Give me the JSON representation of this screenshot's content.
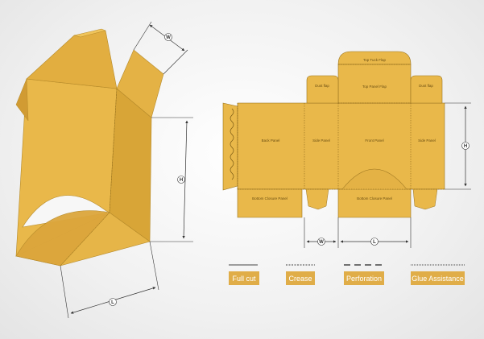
{
  "colors": {
    "panel": "#e9b84a",
    "panel_shade": "#d8a537",
    "panel_dark": "#c7922a",
    "outline": "#9a7420",
    "legend_bg": "#e0ad48",
    "dimension_line": "#333333"
  },
  "dimensions": {
    "width_label": "W",
    "height_label": "H",
    "length_label": "L"
  },
  "panels": {
    "top_tuck_flap": "Top Tuck Flap",
    "top_panel_flap": "Top Panel Flap",
    "dust_flap_left": "Dust flap",
    "dust_flap_right": "Dust flap",
    "back_panel": "Back Panel",
    "side_panel_left": "Side Panel",
    "front_panel": "Front Panel",
    "side_panel_right": "Side Panel",
    "bottom_closure_left": "Bottom Closure Panel",
    "bottom_closure_right": "Bottom Closure Panel"
  },
  "legend": [
    {
      "label": "Full cut",
      "line_style": "solid"
    },
    {
      "label": "Crease",
      "line_style": "dotted"
    },
    {
      "label": "Perforation",
      "line_style": "dashed"
    },
    {
      "label": "Glue Assistance",
      "line_style": "fine-dotted"
    }
  ]
}
